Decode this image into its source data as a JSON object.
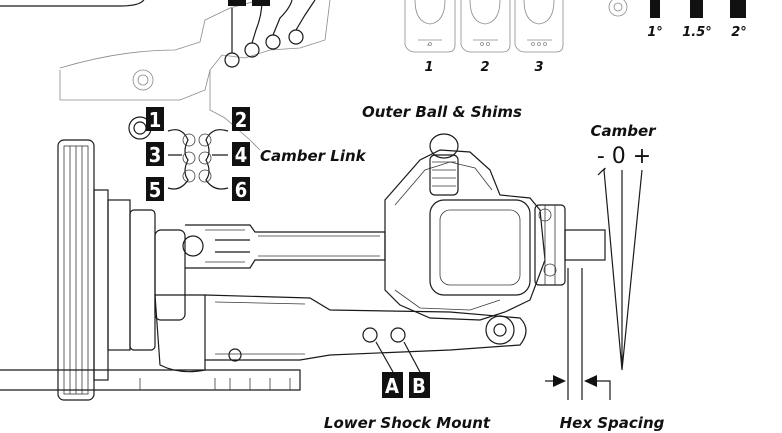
{
  "spacer_numbers": [
    "1",
    "2",
    "3"
  ],
  "degree_labels": [
    "1°",
    "1.5°",
    "2°"
  ],
  "link_holes": [
    "1",
    "2",
    "3",
    "4",
    "5",
    "6"
  ],
  "labels": {
    "camber_link": "Camber Link",
    "outer_ball": "Outer Ball & Shims",
    "camber": "Camber",
    "camber_scale": "- 0 +",
    "lower_shock_mount": "Lower Shock Mount",
    "hex_spacing": "Hex Spacing"
  },
  "shock_holes": [
    "A",
    "B"
  ],
  "colors": {
    "ink": "#111111",
    "badge": "#111111",
    "line_gray": "#8a8a8a"
  }
}
